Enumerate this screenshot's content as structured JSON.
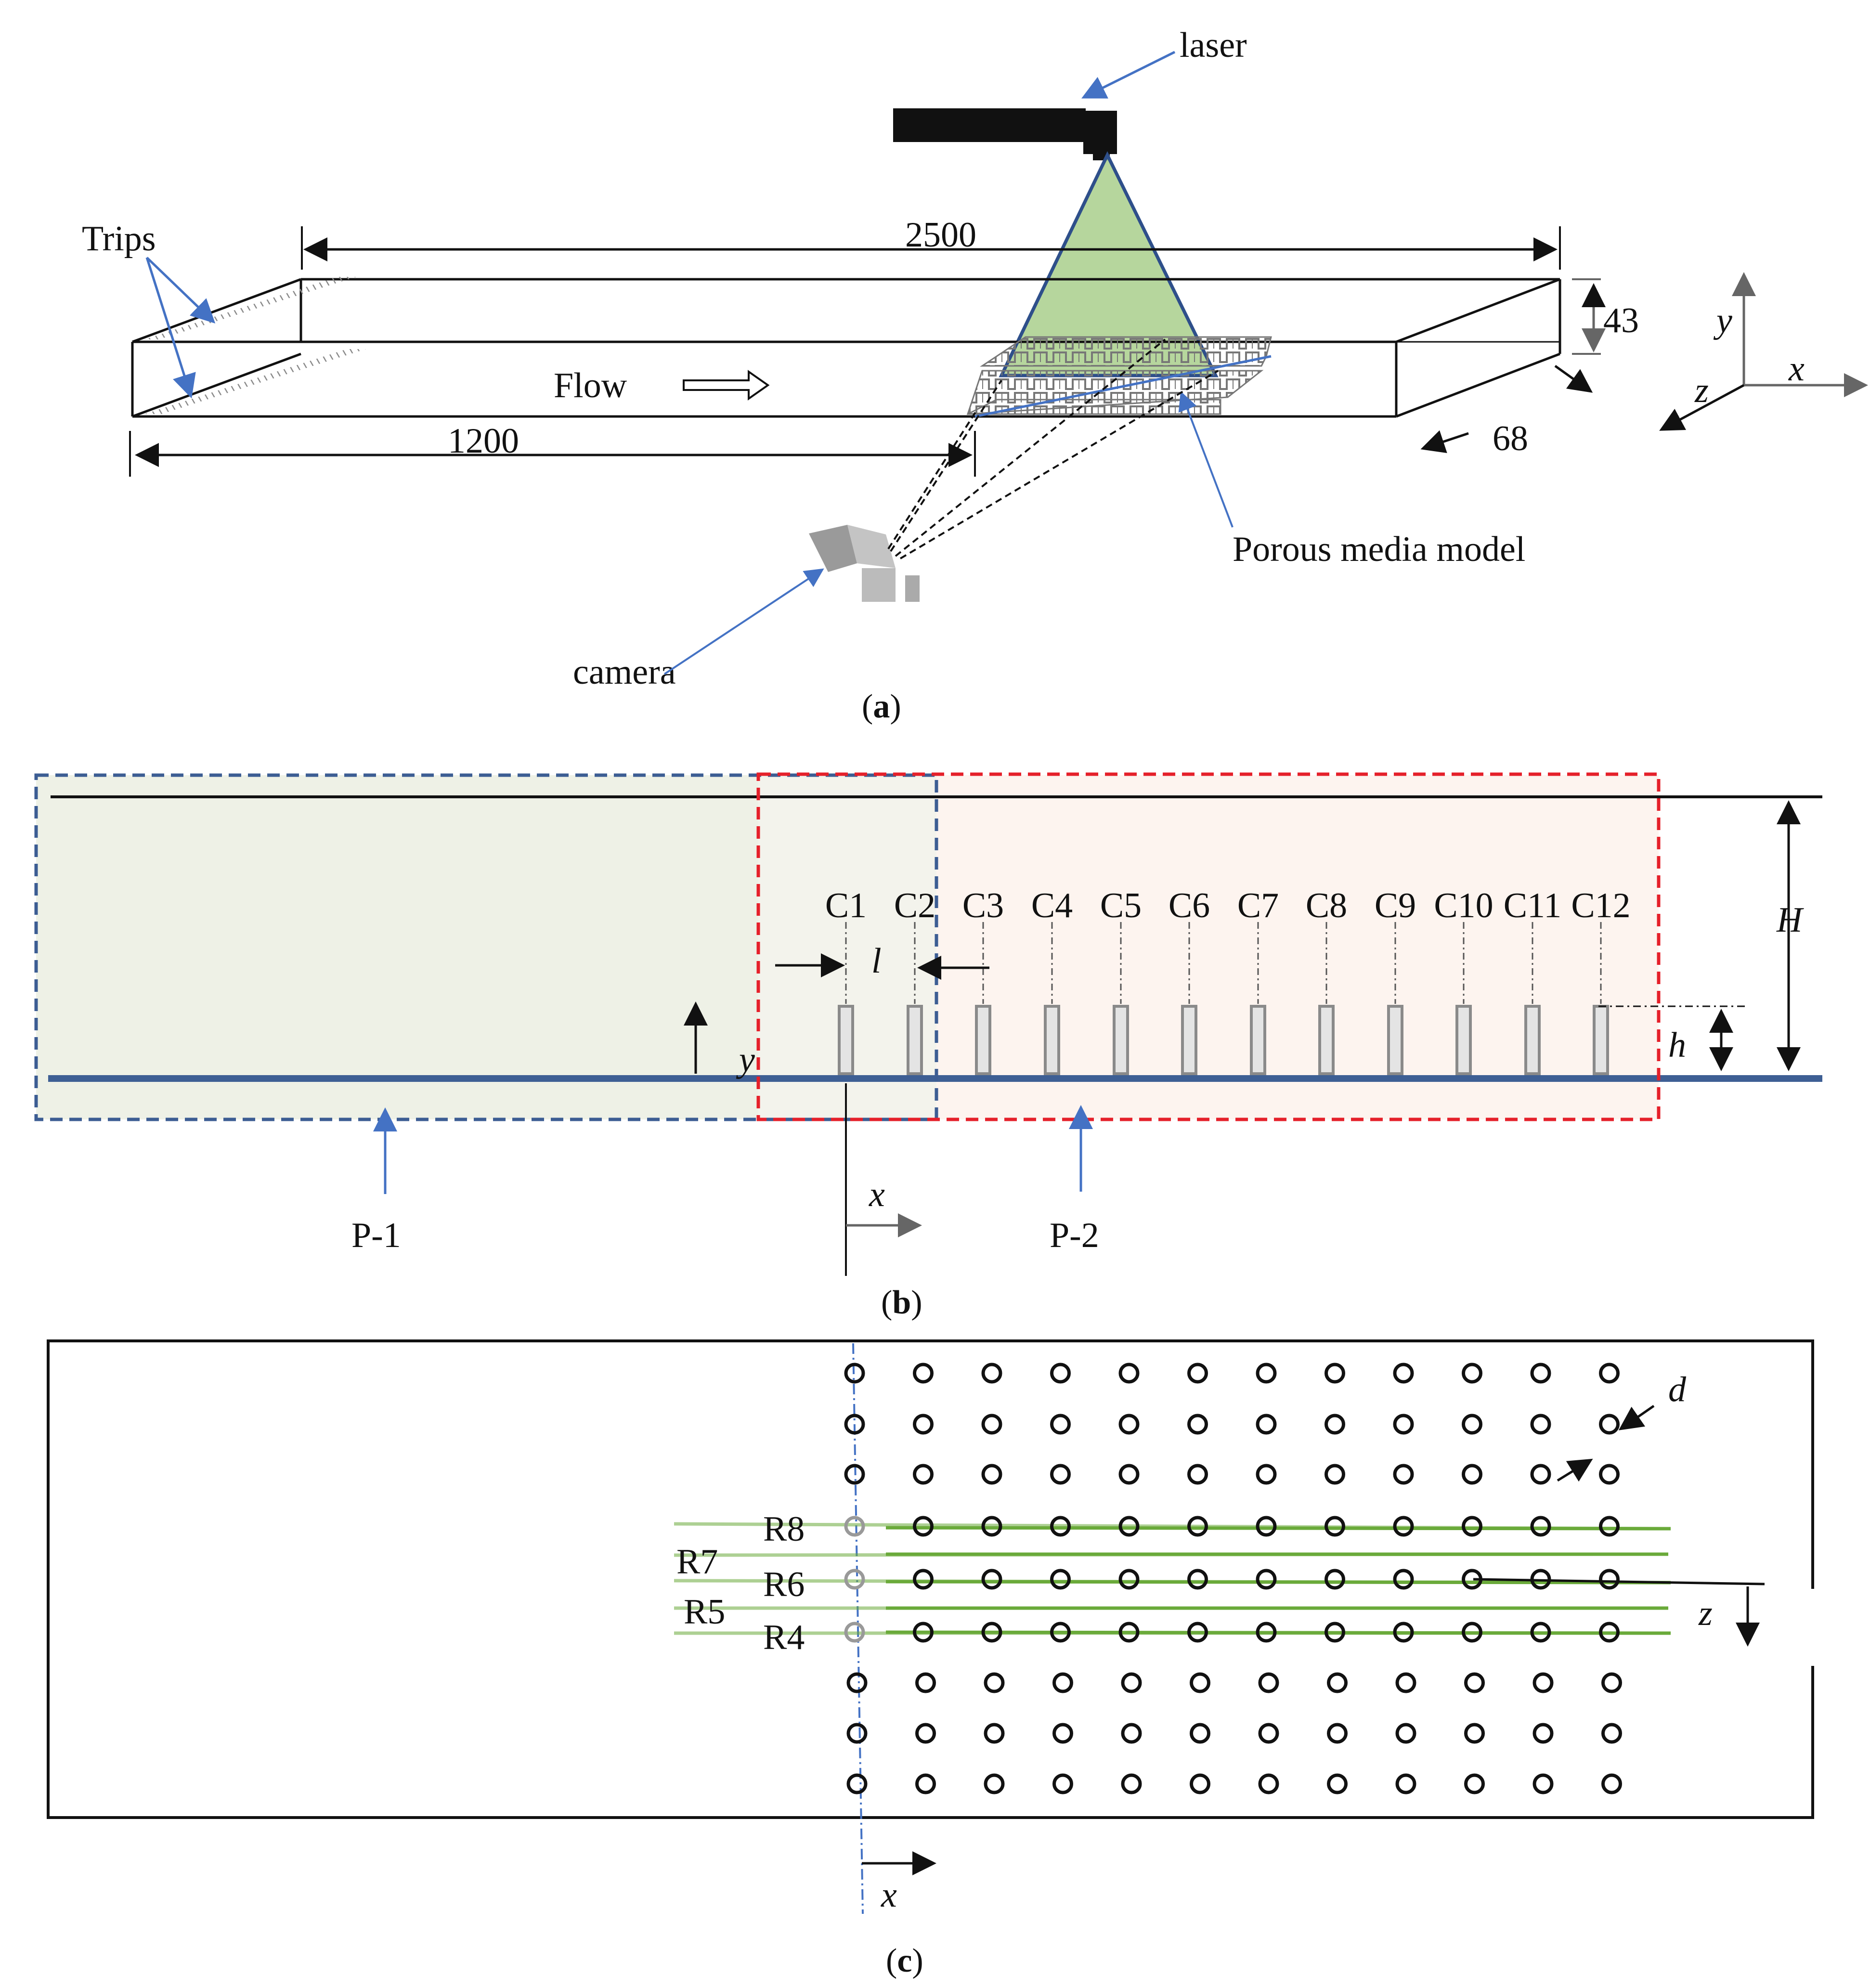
{
  "panel_a": {
    "caption_open": "(",
    "caption_letter": "a",
    "caption_close": ")",
    "laser": "laser",
    "trips": "Trips",
    "length_total": "2500",
    "length_upstream": "1200",
    "height": "43",
    "width": "68",
    "flow": "Flow",
    "porous_model": "Porous media model",
    "camera": "camera",
    "axis_y": "y",
    "axis_x": "x",
    "axis_z": "z"
  },
  "panel_b": {
    "caption_open": "(",
    "caption_letter": "b",
    "caption_close": ")",
    "columns": [
      "C1",
      "C2",
      "C3",
      "C4",
      "C5",
      "C6",
      "C7",
      "C8",
      "C9",
      "C10",
      "C11",
      "C12"
    ],
    "spacing": "l",
    "channel_height": "H",
    "element_height": "h",
    "axis_y": "y",
    "axis_x": "x",
    "window_1": "P-1",
    "window_2": "P-2"
  },
  "panel_c": {
    "caption_open": "(",
    "caption_letter": "c",
    "caption_close": ")",
    "rows": [
      "R8",
      "R7",
      "R6",
      "R5",
      "R4"
    ],
    "diameter": "d",
    "axis_z": "z",
    "axis_x": "x"
  },
  "colors": {
    "accent_blue": "#4472C4",
    "box_blue": "#3c5d93",
    "box_red": "#e5202a",
    "laser_green": "#a9cf8c",
    "row_green": "#6aaa3a",
    "p1_fill": "#eef1e6",
    "p2_fill": "#fdf4ef"
  }
}
